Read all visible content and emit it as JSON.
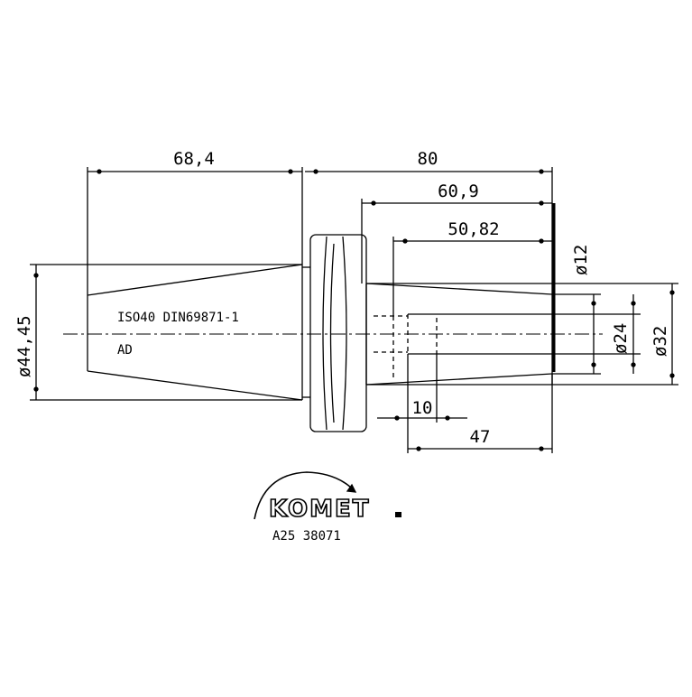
{
  "drawing": {
    "dimensions": {
      "taper_length": "68,4",
      "overall_length": "80",
      "bore_depth": "60,9",
      "depth_50": "50,82",
      "d12": "ø12",
      "d24": "ø24",
      "d32": "ø32",
      "d44": "ø44,45",
      "width_10": "10",
      "length_47": "47"
    },
    "notes": {
      "standard": "ISO40 DIN69871-1",
      "form": "AD"
    },
    "logo": {
      "brand": "KOMET",
      "part_number": "A25 38071"
    }
  }
}
